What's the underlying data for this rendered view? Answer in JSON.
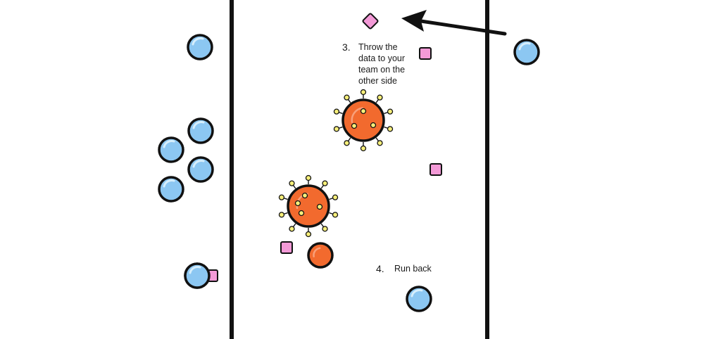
{
  "colors": {
    "player_blue": "#8cc7f2",
    "player_blue_highlight": "#d6eefc",
    "opponent_orange": "#f26a2e",
    "virus_spike": "#f7ef7a",
    "data_packet_pink": "#f39ad7",
    "line_black": "#111111",
    "background": "#ffffff"
  },
  "icons": {
    "player": "blue-player-token-icon",
    "virus": "virus-icon",
    "opponent": "orange-opponent-token-icon",
    "data_packet": "pink-data-packet-icon",
    "throw_arrow": "arrow-left-icon"
  },
  "annotations": {
    "throw": {
      "number": "3.",
      "lines": [
        "Throw the",
        "data to your",
        "team on the",
        "other side"
      ]
    },
    "run_back": {
      "number": "4.",
      "text": "Run back"
    }
  }
}
